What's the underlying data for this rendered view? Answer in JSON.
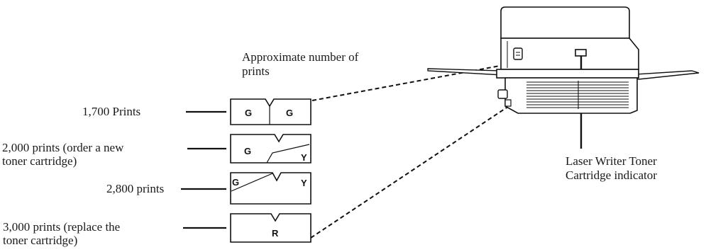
{
  "heading": {
    "line1": "Approximate number of",
    "line2": "prints"
  },
  "stages": [
    {
      "label_lines": [
        "1,700 Prints"
      ],
      "window_letters": [
        "G",
        "G"
      ]
    },
    {
      "label_lines": [
        "2,000 prints (order a new",
        "toner cartridge)"
      ],
      "window_letters": [
        "G",
        "Y"
      ]
    },
    {
      "label_lines": [
        "2,800 prints"
      ],
      "window_letters": [
        "G",
        "Y"
      ]
    },
    {
      "label_lines": [
        "3,000 prints (replace the",
        "toner cartridge)"
      ],
      "window_letters": [
        "R"
      ]
    }
  ],
  "indicator_caption": {
    "line1": "Laser Writer Toner",
    "line2": "Cartridge indicator"
  }
}
